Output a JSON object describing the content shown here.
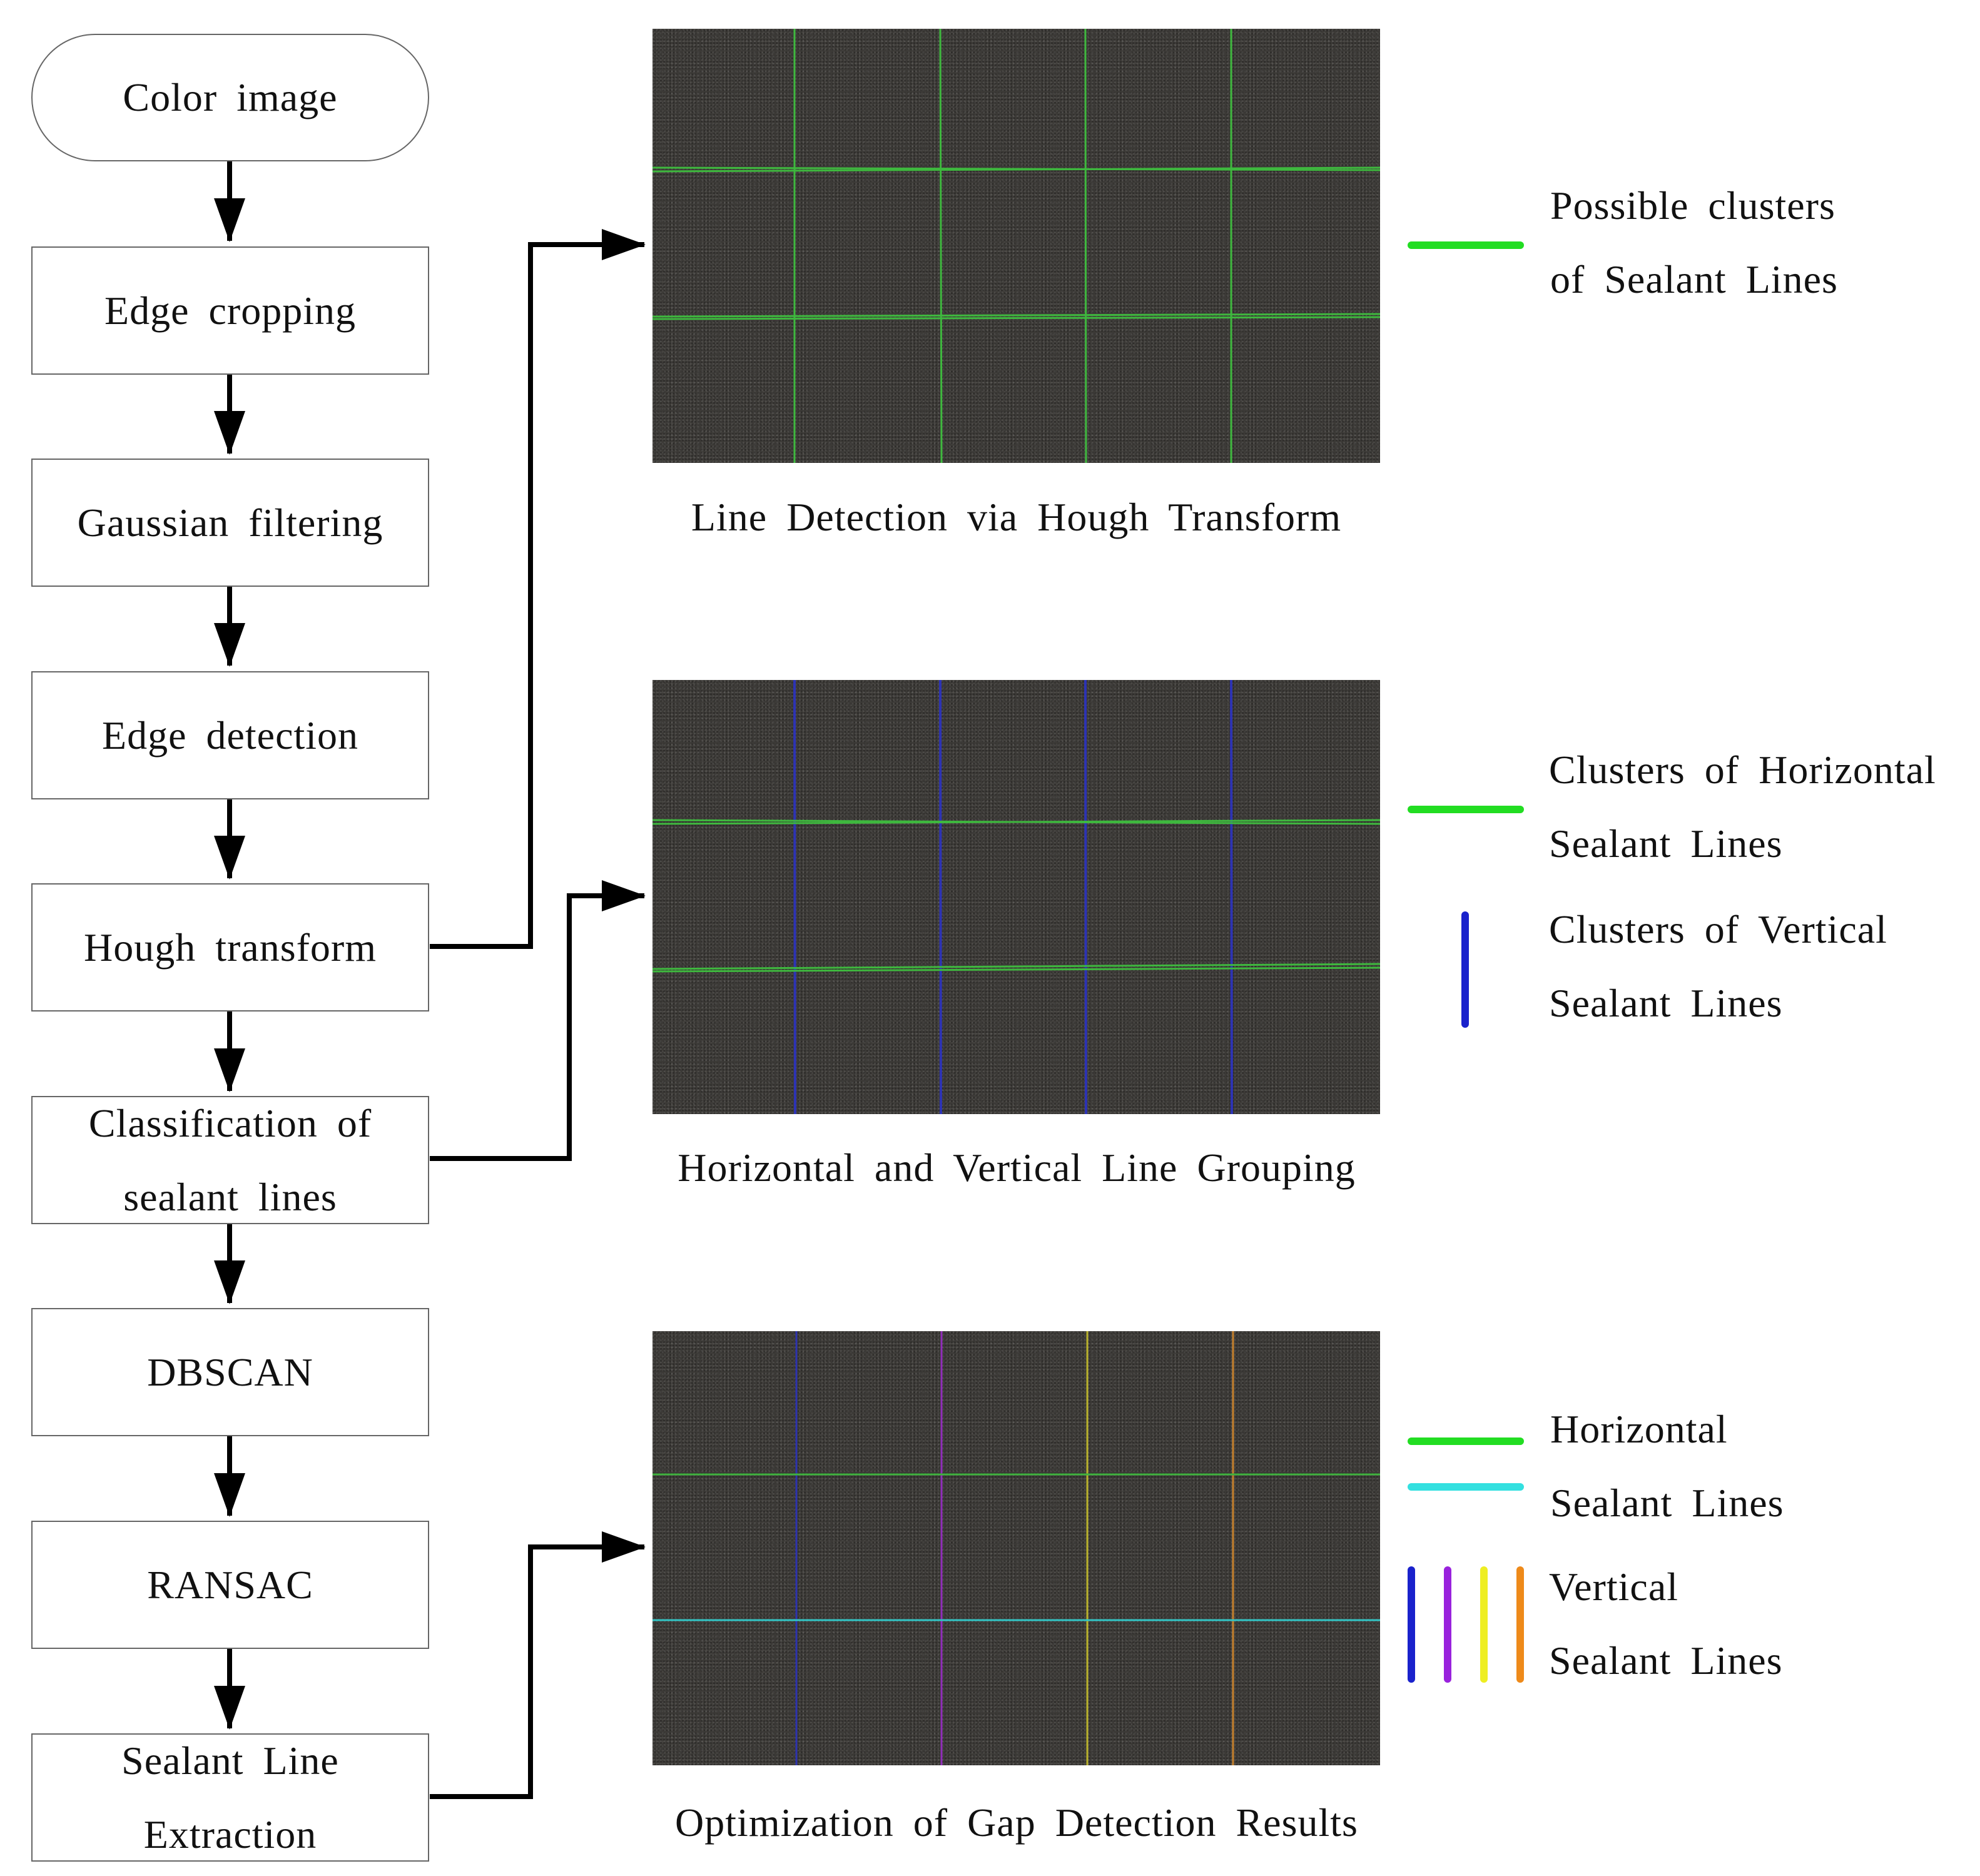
{
  "flow": {
    "steps": [
      "Color image",
      "Edge cropping",
      "Gaussian filtering",
      "Edge detection",
      "Hough transform",
      [
        "Classification of",
        "sealant lines"
      ],
      "DBSCAN",
      "RANSAC",
      [
        "Sealant Line",
        "Extraction"
      ]
    ]
  },
  "panels": [
    {
      "caption": "Line Detection via Hough Transform",
      "legend": [
        {
          "text": [
            "Possible clusters",
            "of Sealant Lines"
          ]
        }
      ]
    },
    {
      "caption": "Horizontal and Vertical Line Grouping",
      "legend": [
        {
          "text": [
            "Clusters of Horizontal",
            "Sealant Lines"
          ]
        },
        {
          "text": [
            "Clusters of Vertical",
            "Sealant Lines"
          ]
        }
      ]
    },
    {
      "caption": "Optimization of Gap Detection Results",
      "legend": [
        {
          "text": [
            "Horizontal",
            "Sealant Lines"
          ]
        },
        {
          "text": [
            "Vertical",
            "Sealant Lines"
          ]
        }
      ]
    }
  ],
  "colors": {
    "green": "#22dd22",
    "cyan": "#33e0e0",
    "blue": "#1a22cc",
    "purple": "#9922dd",
    "yellow": "#eeee22",
    "orange": "#ee8a1a",
    "panel_green": "#3fbf3f",
    "panel_blue": "#2c33bb"
  }
}
